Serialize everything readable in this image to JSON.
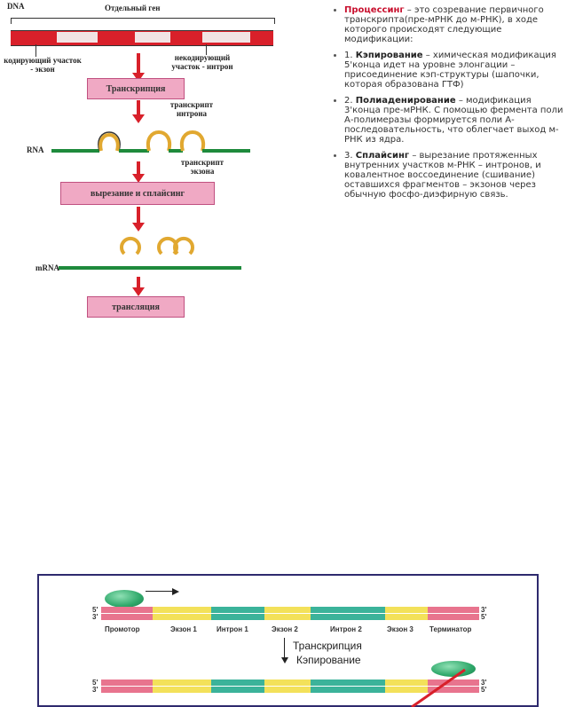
{
  "diagram": {
    "dna_label": "DNA",
    "gene_label": "Отдельный ген",
    "coding_label": "кодирующий участок - экзон",
    "noncoding_label": "некодирующий участок - интрон",
    "transcription_label": "Транскрипция",
    "intron_transcript_label": "транскрипт интрона",
    "rna_label": "RNA",
    "exon_transcript_label": "транскрипт экзона",
    "splicing_label": "вырезание и сплайсинг",
    "mrna_label": "mRNA",
    "translation_label": "трансляция",
    "colors": {
      "dna_red": "#d9202a",
      "rna_green": "#1e8a3c",
      "box_pink": "#f0a9c4",
      "arrow_red": "#d8202a"
    }
  },
  "text": {
    "b1_title": "Процессинг",
    "b1_body": " – это созревание первичного транскрипта(пре-мРНК до м-РНК), в ходе которого происходят следующие модификации:",
    "b2_num": "1. ",
    "b2_title": "Кэпирование",
    "b2_body": " – химическая модификация 5'конца идет на уровне элонгации – присоединение кэп-структуры (шапочки, которая образована ГТФ)",
    "b3_num": "2. ",
    "b3_title": "Полиаденирование",
    "b3_body": " – модификация 3'конца пре-мРНК. С помощью фермента поли А-полимеразы формируется поли А-последовательность, что облегчает выход м-РНК из ядра.",
    "b4_num": "3. ",
    "b4_title": "Сплайсинг",
    "b4_body": " – вырезание протяженных внутренних участков м-РНК – интронов, и ковалентное воссоединение (сшивание) оставшихся фрагментов – экзонов через обычную фосфо-диэфирную связь."
  },
  "panel": {
    "five": "5'",
    "three": "3'",
    "segments": [
      "Промотор",
      "Экзон 1",
      "Интрон 1",
      "Экзон 2",
      "Интрон 2",
      "Экзон 3",
      "Терминатор"
    ],
    "step_line1": "Транскрипция",
    "step_line2": "Кэпирование",
    "colors": {
      "pink": "#e8748e",
      "yellow": "#f3e15a",
      "teal": "#3bb39a",
      "polymerase": "#2ea86a",
      "frame": "#2e2a6e"
    }
  }
}
